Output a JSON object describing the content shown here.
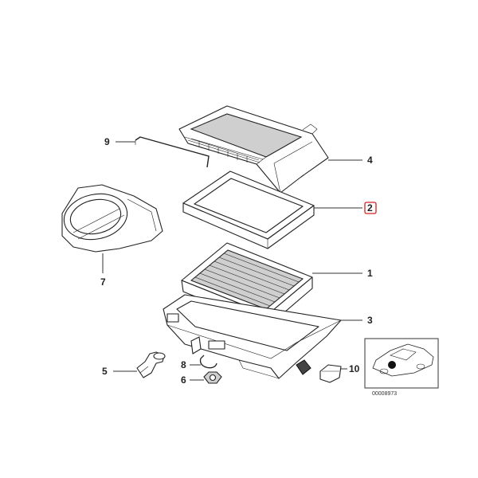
{
  "callouts": [
    {
      "id": "1",
      "label": "1"
    },
    {
      "id": "2",
      "label": "2",
      "highlighted": true
    },
    {
      "id": "3",
      "label": "3"
    },
    {
      "id": "4",
      "label": "4"
    },
    {
      "id": "5",
      "label": "5"
    },
    {
      "id": "6",
      "label": "6"
    },
    {
      "id": "7",
      "label": "7"
    },
    {
      "id": "8",
      "label": "8"
    },
    {
      "id": "9",
      "label": "9"
    },
    {
      "id": "10",
      "label": "10"
    }
  ],
  "reference_number": "00008973",
  "highlight_color": "#d62020"
}
